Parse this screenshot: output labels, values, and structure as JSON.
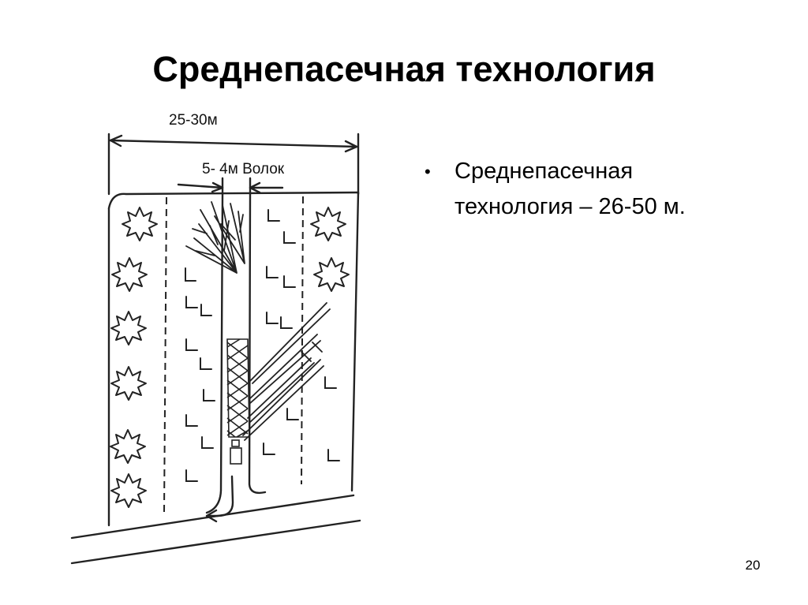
{
  "slide": {
    "title": "Среднепасечная технология",
    "bullets": [
      {
        "text": "Среднепасечная технология – 26-50 м."
      }
    ],
    "page_number": "20"
  },
  "figure": {
    "width_label": "25-30м",
    "trail_label": "5- 4м Волок"
  }
}
